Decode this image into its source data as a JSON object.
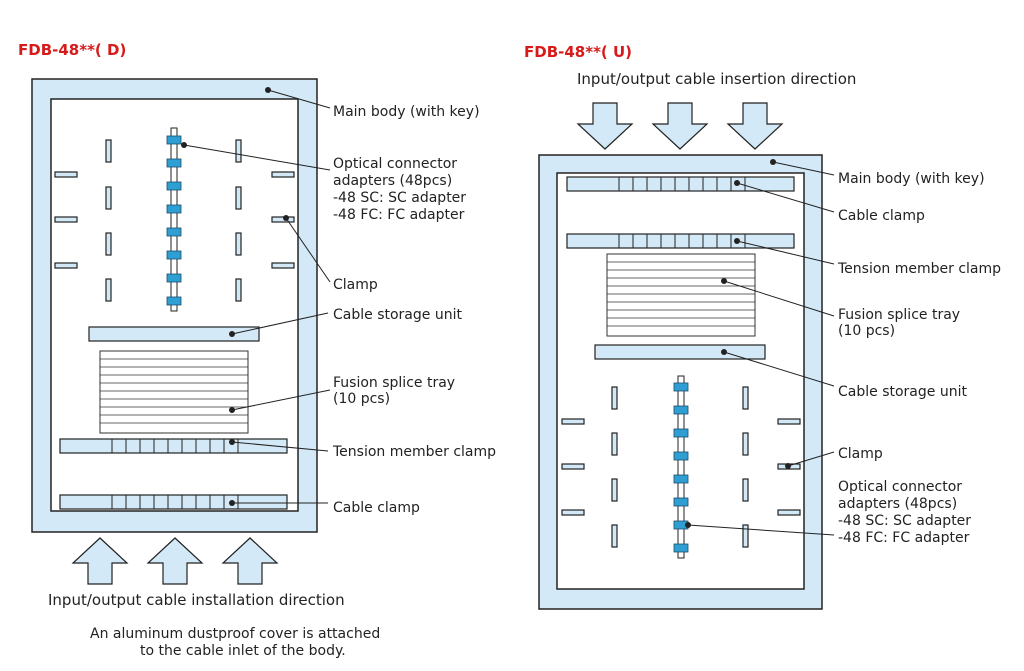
{
  "colors": {
    "title_red": "#d71a1a",
    "body_blue": "#d3e9f7",
    "adapter_blue": "#2f9fd3",
    "line": "#222222"
  },
  "left": {
    "title": "FDB-48**( D)",
    "labels": {
      "main_body": "Main body (with key)",
      "adapters_1": "Optical connector",
      "adapters_2": "adapters (48pcs)",
      "adapters_3": "-48 SC: SC adapter",
      "adapters_4": "-48 FC: FC adapter",
      "clamp": "Clamp",
      "storage": "Cable storage unit",
      "splice_1": "Fusion splice  tray",
      "splice_2": "(10 pcs)",
      "tension": "Tension member clamp",
      "cable_clamp": "Cable clamp"
    },
    "direction": "Input/output cable installation direction",
    "note_1": "An aluminum dustproof cover is attached",
    "note_2": "to the cable inlet of the body."
  },
  "right": {
    "title": "FDB-48**( U)",
    "direction": "Input/output cable insertion direction",
    "labels": {
      "main_body": "Main body (with key)",
      "cable_clamp": "Cable clamp",
      "tension": "Tension member clamp",
      "splice_1": "Fusion splice  tray",
      "splice_2": "(10 pcs)",
      "storage": "Cable storage unit",
      "clamp": "Clamp",
      "adapters_1": "Optical connector",
      "adapters_2": "adapters (48pcs)",
      "adapters_3": "-48 SC: SC adapter",
      "adapters_4": "-48 FC: FC adapter"
    }
  }
}
